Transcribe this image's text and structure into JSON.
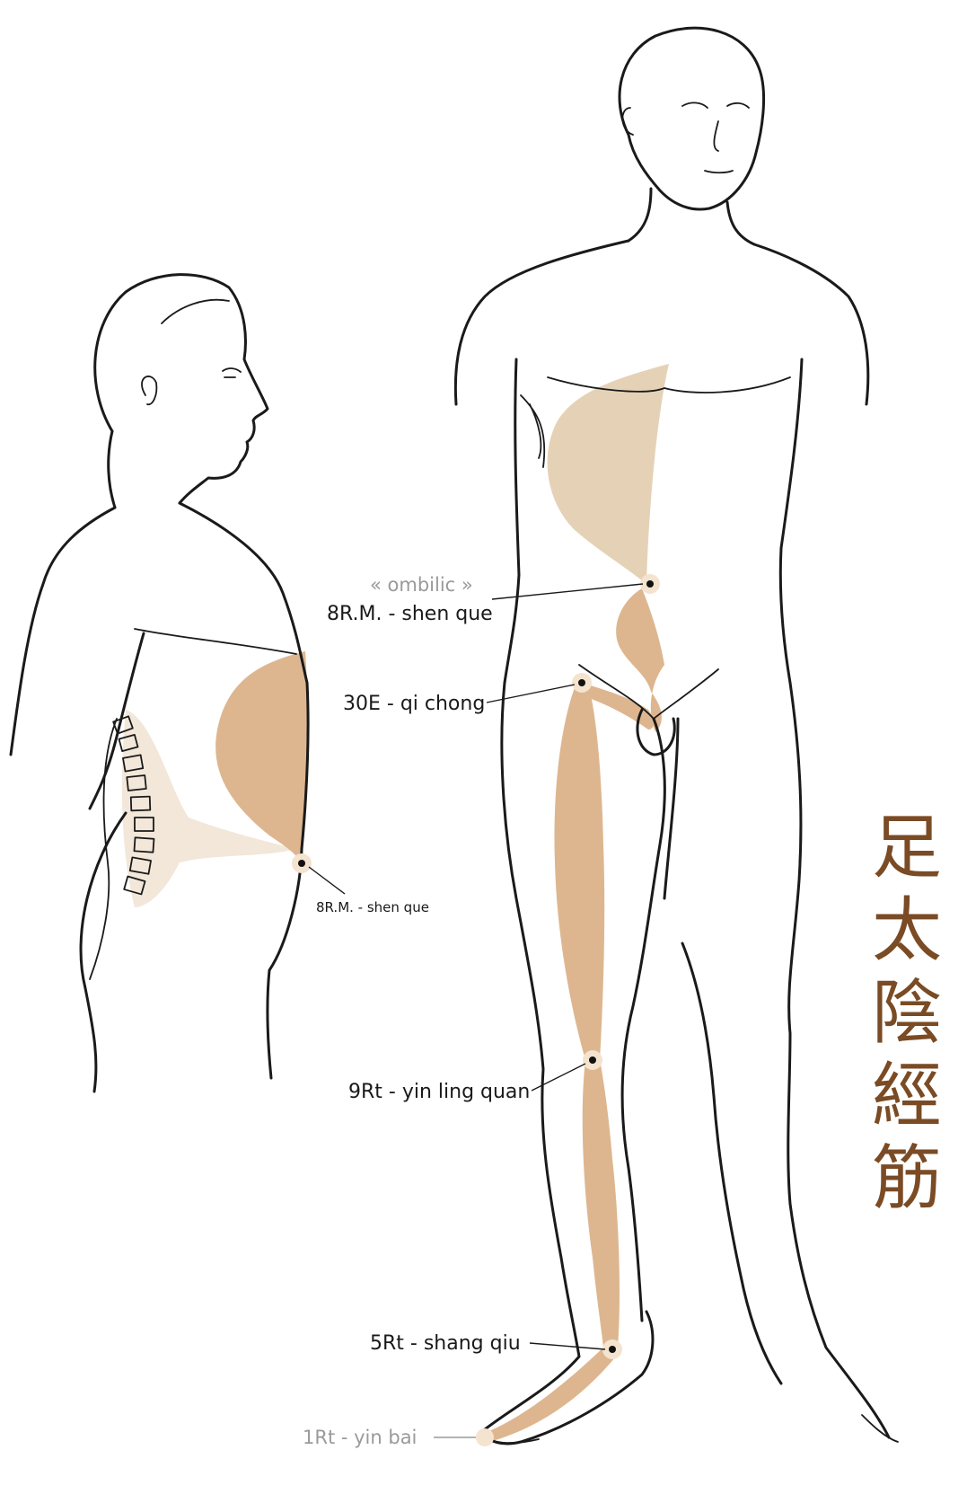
{
  "colors": {
    "meridian_dark": "#ddb68f",
    "meridian_light": "#e5d2b6",
    "meridian_pale": "#f2e7d9",
    "point_halo": "#f4e3cf",
    "outline": "#1a1a1a",
    "grey_label": "#9a9a9a",
    "title_brown": "#7a4b24"
  },
  "title_vertical": [
    "足",
    "太",
    "陰",
    "經",
    "筋"
  ],
  "labels": {
    "ombilic_note": "« ombilic »",
    "p_8rm_front": "8R.M. - shen que",
    "p_30e": "30E - qi chong",
    "p_8rm_side": "8R.M. - shen que",
    "p_9rt": "9Rt - yin ling quan",
    "p_5rt": "5Rt - shang qiu",
    "p_1rt": "1Rt - yin bai"
  }
}
